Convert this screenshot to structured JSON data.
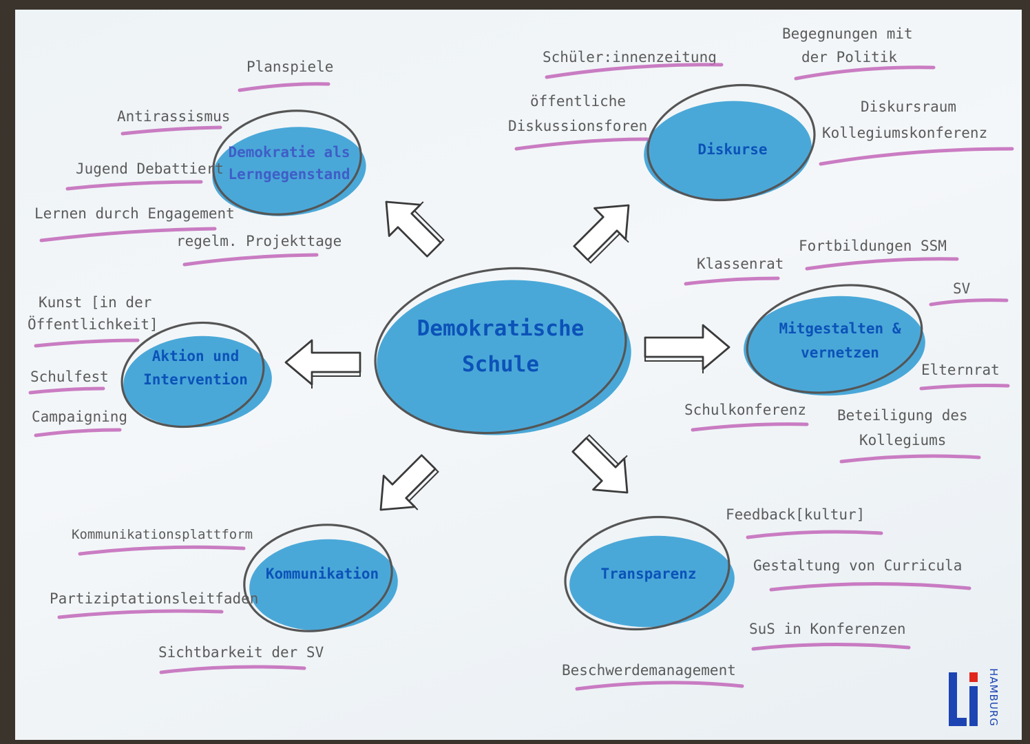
{
  "center": {
    "line1": "Demokratische",
    "line2": "Schule"
  },
  "nodes": {
    "lerngegenstand": {
      "line1": "Demokratie als",
      "line2": "Lerngegenstand"
    },
    "diskurse": {
      "line1": "Diskurse"
    },
    "mitgestalten": {
      "line1": "Mitgestalten &",
      "line2": "vernetzen"
    },
    "transparenz": {
      "line1": "Transparenz"
    },
    "kommunikation": {
      "line1": "Kommunikation"
    },
    "aktion": {
      "line1": "Aktion und",
      "line2": "Intervention"
    }
  },
  "labels": {
    "planspiele": "Planspiele",
    "antirassismus": "Antirassismus",
    "jugend_debattiert": "Jugend Debattiert",
    "lernen_durch_engagement": "Lernen durch Engagement",
    "projekttage": "regelm. Projekttage",
    "schuelerzeitung": "Schüler:innenzeitung",
    "begegnungen_1": "Begegnungen mit",
    "begegnungen_2": "der Politik",
    "foren_1": "öffentliche",
    "foren_2": "Diskussionsforen",
    "diskursraum_1": "Diskursraum",
    "diskursraum_2": "Kollegiumskonferenz",
    "klassenrat": "Klassenrat",
    "fortbildungen": "Fortbildungen SSM",
    "sv": "SV",
    "elternrat": "Elternrat",
    "schulkonferenz": "Schulkonferenz",
    "beteiligung_1": "Beteiligung des",
    "beteiligung_2": "Kollegiums",
    "kunst_1": "Kunst [in der",
    "kunst_2": "Öffentlichkeit]",
    "schulfest": "Schulfest",
    "campaigning": "Campaigning",
    "kommunikationsplattform": "Kommunikationsplattform",
    "leitfaden": "Partiziptationsleitfaden",
    "sichtbarkeit": "Sichtbarkeit der SV",
    "feedback": "Feedback[kultur]",
    "curricula": "Gestaltung von Curricula",
    "sus": "SuS in Konferenzen",
    "beschwerde": "Beschwerdemanagement"
  },
  "logo": {
    "text": "HAMBURG",
    "accent_color": "#e1261c",
    "brand_color": "#1d44b3"
  },
  "colors": {
    "node_fill": "#4aa8d8",
    "underline": "#c266b8",
    "title": "#0b52b8"
  }
}
